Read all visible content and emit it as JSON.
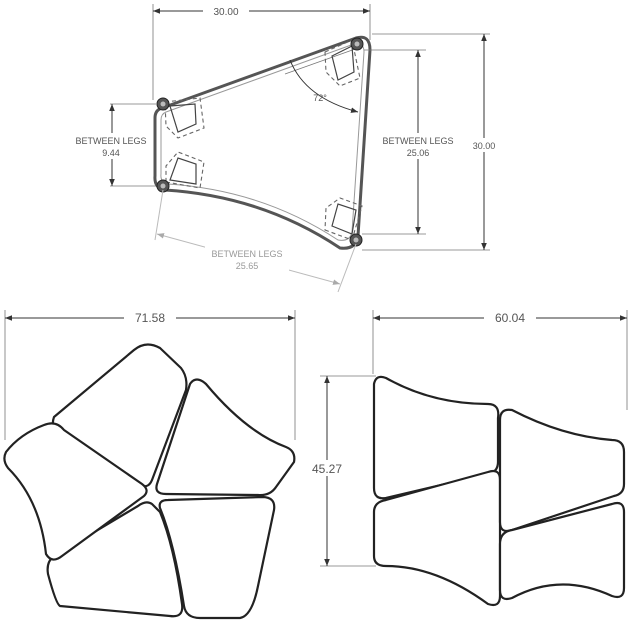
{
  "top_view": {
    "width_dim": "30.00",
    "height_dim": "30.00",
    "angle": "72°",
    "left_legs_label": "BETWEEN LEGS",
    "left_legs_value": "9.44",
    "right_legs_label": "BETWEEN LEGS",
    "right_legs_value": "25.06",
    "bottom_legs_label": "BETWEEN LEGS",
    "bottom_legs_value": "25.65"
  },
  "star_config": {
    "width_dim": "71.58"
  },
  "cluster_config": {
    "width_dim": "60.04",
    "height_dim": "45.27"
  }
}
